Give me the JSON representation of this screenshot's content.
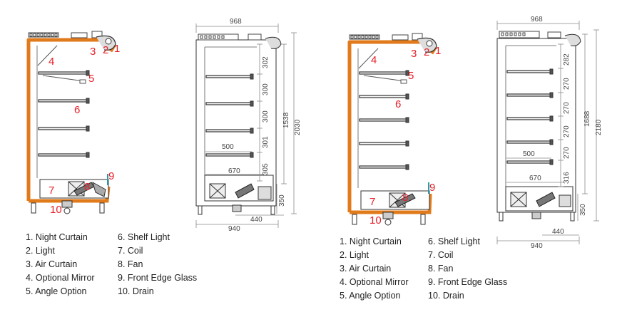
{
  "top_widths": [
    "968",
    "968"
  ],
  "bottom_widths": [
    "940",
    "940"
  ],
  "foot_depths": [
    "440",
    "440"
  ],
  "shelf_depth": "500",
  "base_depth": "670",
  "unit1": {
    "spacings": [
      "302",
      "300",
      "300",
      "301",
      "305"
    ],
    "inner_height": "1538",
    "total_height": "2030",
    "base_height": "350"
  },
  "unit2": {
    "spacings": [
      "282",
      "270",
      "270",
      "270",
      "270",
      "316"
    ],
    "inner_height": "1688",
    "total_height": "2180",
    "base_height": "350"
  },
  "callouts": [
    "1",
    "2",
    "3",
    "4",
    "5",
    "6",
    "7",
    "8",
    "9",
    "10"
  ],
  "legend": {
    "col1": [
      "1. Night Curtain",
      "2. Light",
      "3. Air Curtain",
      "4. Optional Mirror",
      "5. Angle Option"
    ],
    "col2": [
      "6. Shelf Light",
      "7. Coil",
      "8. Fan",
      "9. Front Edge Glass",
      "10. Drain"
    ]
  },
  "colors": {
    "cabinet_outline": "#e07a1a",
    "callout_red": "#e8202a",
    "glass_teal": "#2a9aa8",
    "line": "#333333",
    "dim_line": "#8a8a8a"
  }
}
